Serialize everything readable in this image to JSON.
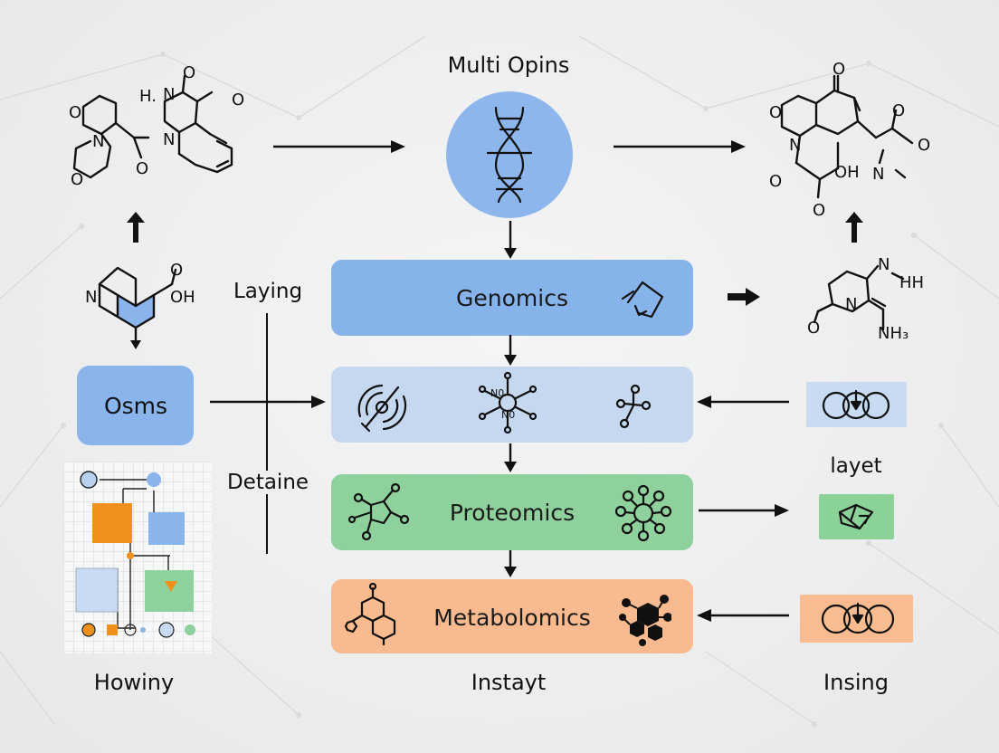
{
  "title": "Multi Opins",
  "layers": {
    "genomics": "Genomics",
    "proteomics": "Proteomics",
    "metabolomics": "Metabolomics"
  },
  "left": {
    "box_label": "Osms",
    "side_label_top": "Laying",
    "side_label_bottom": "Detaine",
    "bottom_caption": "Howiny"
  },
  "center": {
    "bottom_caption": "Instayt"
  },
  "right": {
    "mid_label": "layet",
    "bottom_caption": "Insing"
  },
  "molecule_labels": {
    "tl_o1": "O",
    "tl_o2": "O",
    "tl_o3": "O",
    "tl_o4": "O",
    "tl_o5": "O",
    "tl_n1": "N",
    "tl_n2": "N",
    "tl_n3": "N",
    "tl_h": "H.",
    "ml_n": "N",
    "ml_o": "O",
    "ml_oh": "OH",
    "tr_o1": "O",
    "tr_o2": "O",
    "tr_o3": "O",
    "tr_o4": "O",
    "tr_o5": "O",
    "tr_o6": "O",
    "tr_n1": "N",
    "tr_n2": "N",
    "tr_oh": "OH",
    "mr_n": "N",
    "mr_nh": "N",
    "mr_hh": "HH",
    "mr_o": "O",
    "mr_nh3": "NH₃",
    "icon_no1": "N0",
    "icon_no2": "N0"
  },
  "colors": {
    "genomics_fill": "#86b3ea",
    "mid_layer_fill": "#c5d8f0",
    "proteomics_fill": "#8ed19c",
    "metabolomics_fill": "#f8ba8e",
    "left_box_fill": "#8ab4ec",
    "dna_circle_fill": "#8cb6ec",
    "orange": "#f0901c",
    "right_icon_blue": "#c8dbf3",
    "right_icon_green": "#8ad298",
    "right_icon_orange": "#f8bc90"
  },
  "icons": {
    "dna": "dna-helix-icon",
    "genomics": "rotate-arrows-icon",
    "mid1": "orbit-icon",
    "mid2": "network-node-icon",
    "mid3": "branch-icon",
    "proteomics1": "molecule-icon",
    "proteomics2": "protein-cluster-icon",
    "metabolomics1": "hexagon-molecule-icon",
    "metabolomics2": "hexagon-cluster-icon",
    "right1": "ring-arrow-icon",
    "right2": "cube-icon",
    "right3": "ring-arrow-icon"
  }
}
